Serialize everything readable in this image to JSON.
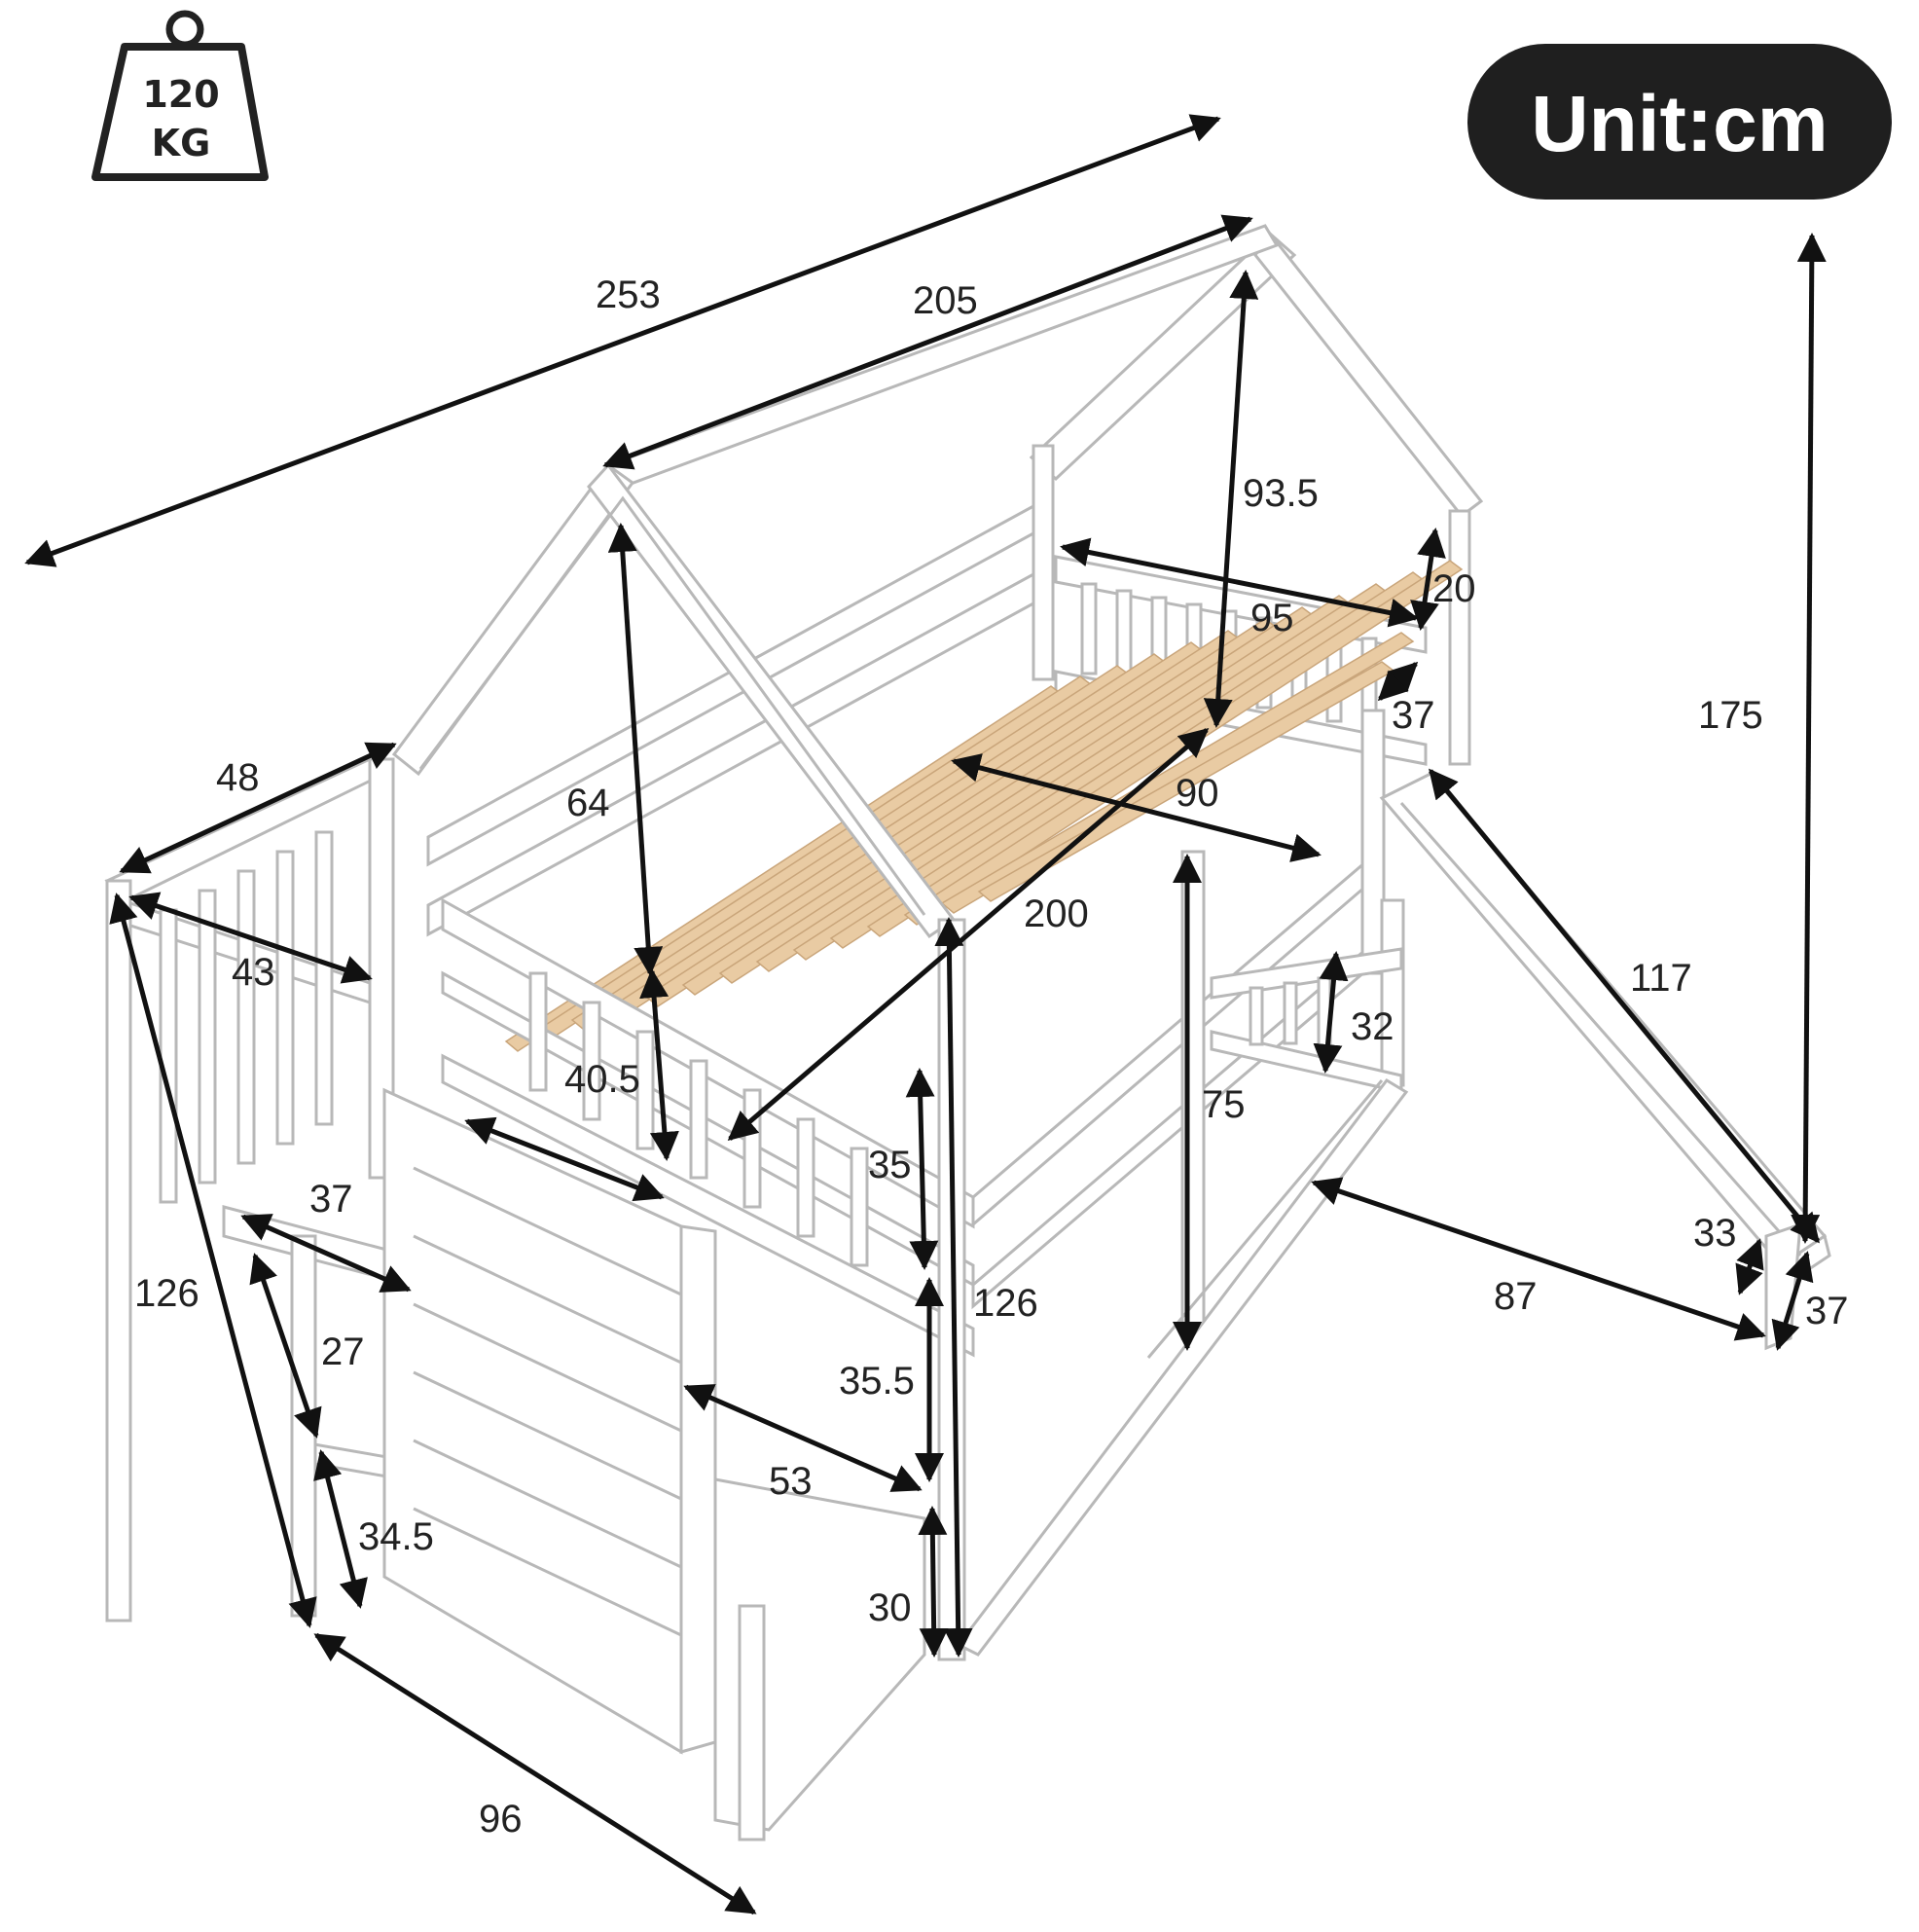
{
  "unit_badge": {
    "label": "Unit:cm",
    "background": "#1f1f1f",
    "text_color": "#ffffff"
  },
  "weight_badge": {
    "line1": "120",
    "line2": "KG",
    "icon": "weight-icon"
  },
  "colors": {
    "frame": "#b8b8b8",
    "slats": "#e9cba3",
    "arrows": "#111111"
  },
  "dimensions": {
    "total_length": "253",
    "roof_length": "205",
    "roof_peak_height": "93.5",
    "headboard_rail_length": "95",
    "headboard_rail_height": "20",
    "guard_gap": "37",
    "mattress_width": "90",
    "mattress_length": "200",
    "tower_width": "48",
    "tower_inner_width": "43",
    "roof_height": "64",
    "guard_rail_length": "40.5",
    "guard_rail_height": "35",
    "loft_height": "126",
    "tower_height": "126",
    "step_depth": "37",
    "step_height": "27",
    "stair_lower_height": "34.5",
    "stair_depth": "96",
    "under_bed_height": "75",
    "slide_side_rail_height": "32",
    "slide_length": "117",
    "slide_base_distance": "87",
    "slide_end_height": "33",
    "slide_width": "37",
    "total_height": "175",
    "drawer_height": "35.5",
    "drawer_depth": "53",
    "bottom_clearance": "30"
  }
}
